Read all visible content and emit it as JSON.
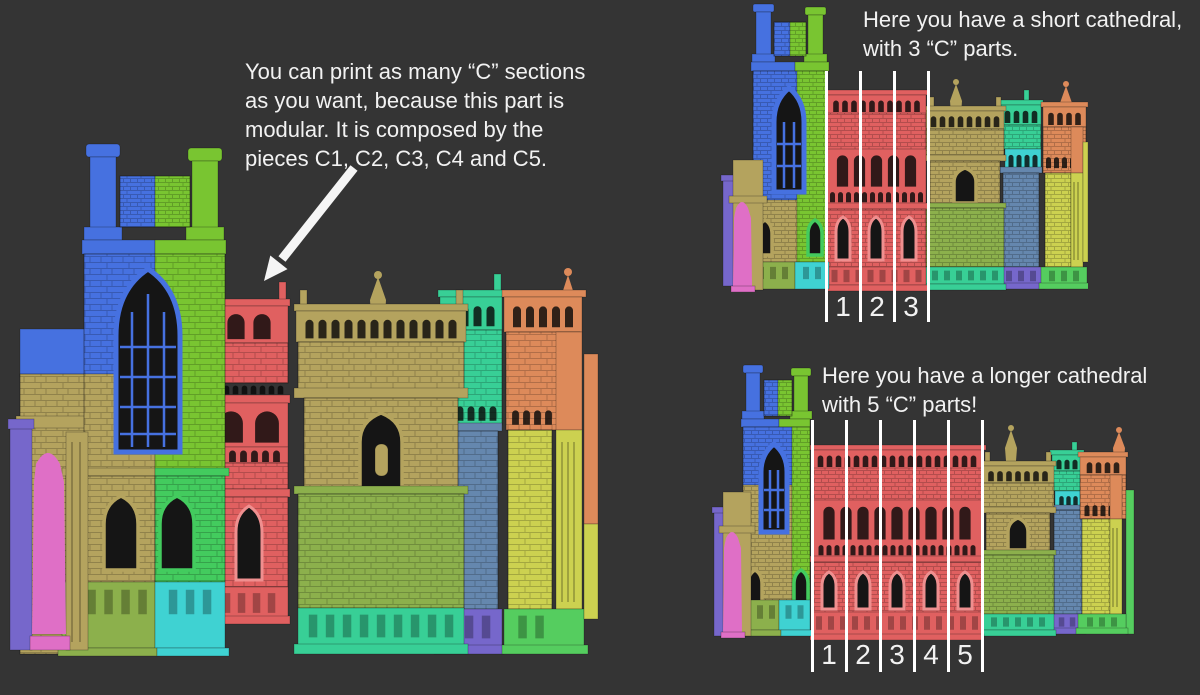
{
  "palette": {
    "background": "#343434",
    "text": "#f2f2f2",
    "divider": "#ffffff",
    "arrow": "#f5f5f5",
    "window_dark": "#151515",
    "part_blue": "#4671e0",
    "part_green": "#79c531",
    "part_lime": "#43cb5e",
    "part_tan": "#b4a35e",
    "part_red": "#e06060",
    "part_red_light": "#ef8f8f",
    "part_pink": "#df6fc6",
    "part_purple": "#7667cb",
    "part_cyan": "#3fd2d2",
    "part_teal": "#38cf96",
    "part_slate": "#6587ae",
    "part_olive": "#ccd150",
    "part_orange": "#dd8a5a",
    "part_grass": "#8cb04c",
    "part_mint": "#55cd5f"
  },
  "annotations": {
    "modular_note": {
      "lines": [
        "You can print as many “C” sections",
        "as you want, because this part is",
        "modular. It is composed by the",
        "pieces C1, C2, C3, C4 and C5."
      ]
    },
    "short_note": {
      "lines": [
        "Here you have a short cathedral,",
        "with 3 “C” parts."
      ]
    },
    "long_note": {
      "lines": [
        "Here you have a longer cathedral",
        "with 5 “C” parts!"
      ]
    }
  },
  "figures": {
    "short_render": {
      "section_numbers": [
        "1",
        "2",
        "3"
      ]
    },
    "long_render": {
      "section_numbers": [
        "1",
        "2",
        "3",
        "4",
        "5"
      ]
    }
  }
}
